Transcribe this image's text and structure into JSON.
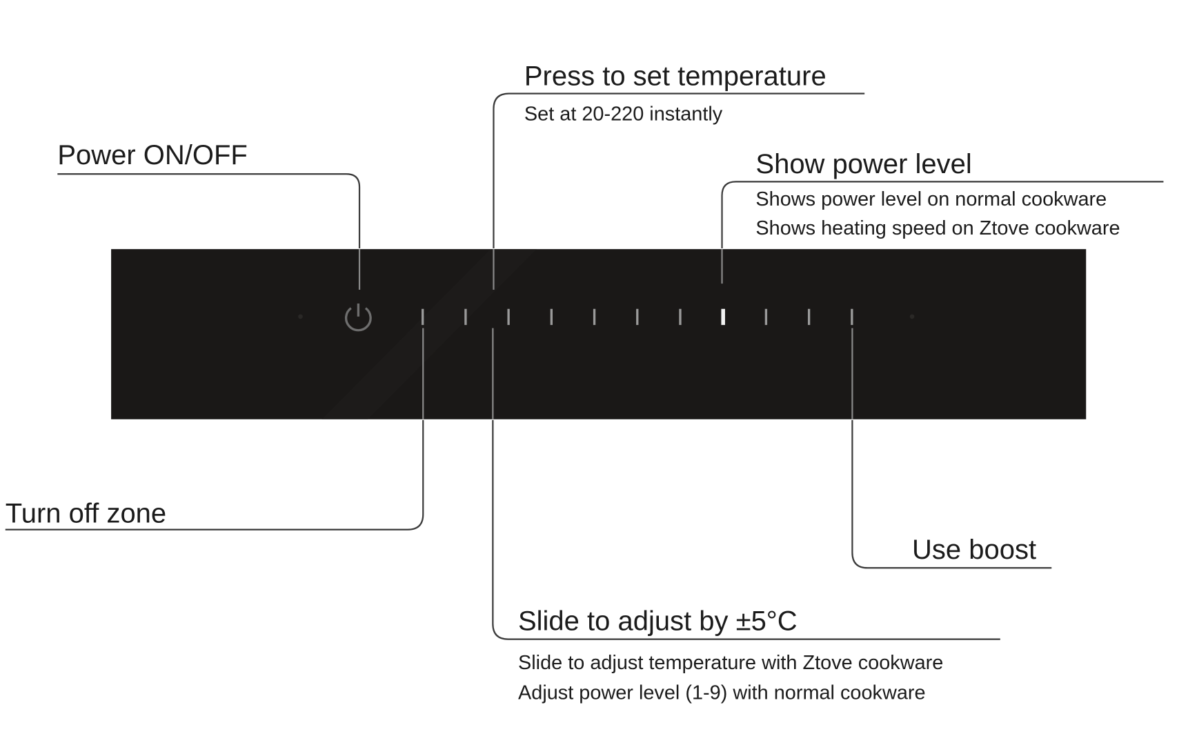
{
  "callouts": {
    "power": {
      "title": "Power ON/OFF"
    },
    "press_temp": {
      "title": "Press to set temperature",
      "lines": [
        "Set at 20-220 instantly"
      ]
    },
    "show_power": {
      "title": "Show power level",
      "lines": [
        "Shows power level on normal cookware",
        "Shows heating speed on Ztove cookware"
      ]
    },
    "turn_off": {
      "title": "Turn off zone"
    },
    "boost": {
      "title": "Use boost"
    },
    "slide": {
      "title": "Slide to adjust by ±5°C",
      "lines": [
        "Slide to adjust temperature with Ztove cookware",
        "Adjust power level (1-9) with normal cookware"
      ]
    }
  },
  "panel": {
    "color": "#1a1817",
    "slider_segments": 11,
    "highlighted_segment": 8,
    "icons": [
      "power-icon"
    ]
  }
}
